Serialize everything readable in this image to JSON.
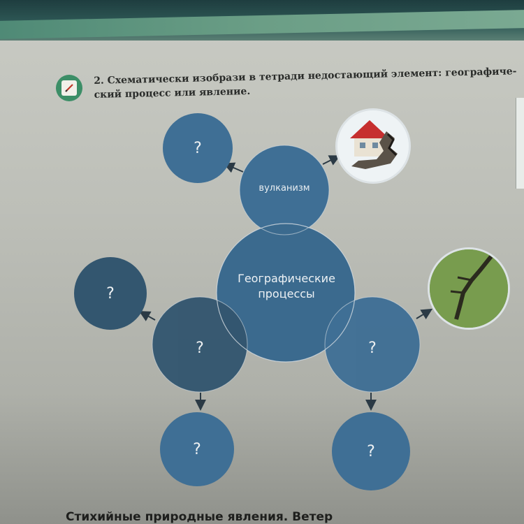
{
  "task": {
    "line1": "2. Схематически изобрази в тетради недостающий элемент: географиче-",
    "line2": "ский процесс или явление."
  },
  "diagram": {
    "center_label_line1": "Географические",
    "center_label_line2": "процессы",
    "top_circle_label": "вулканизм",
    "question_mark": "?"
  },
  "bottom": {
    "text": "Стихийные природные явления. Ветер"
  },
  "colors": {
    "circle_blue": "#3f6f95",
    "circle_dark": "#33566f",
    "task_icon": "#3c8e67"
  }
}
